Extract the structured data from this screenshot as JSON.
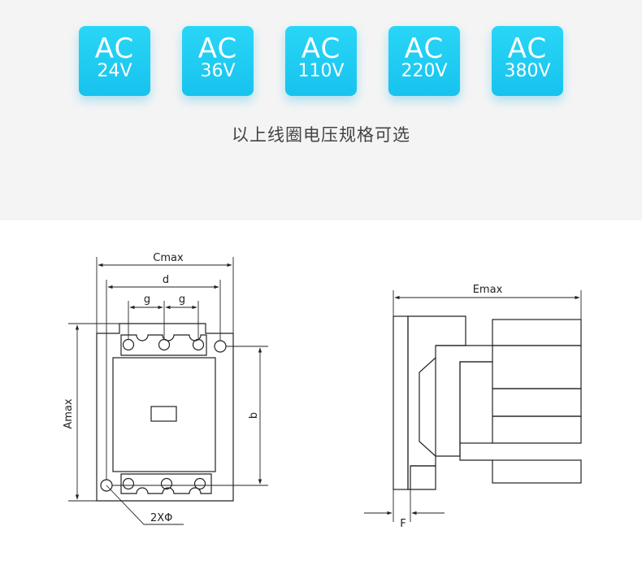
{
  "voltage_options": [
    {
      "type": "AC",
      "voltage": "24V"
    },
    {
      "type": "AC",
      "voltage": "36V"
    },
    {
      "type": "AC",
      "voltage": "110V"
    },
    {
      "type": "AC",
      "voltage": "220V"
    },
    {
      "type": "AC",
      "voltage": "380V"
    }
  ],
  "caption": "以上线圈电压规格可选",
  "colors": {
    "badge": "#1ccaf2",
    "top_background": "#f4f4f4",
    "drawing_line": "#222222"
  },
  "front_view": {
    "labels": {
      "cmax": "Cmax",
      "d": "d",
      "g1": "g",
      "g2": "g",
      "amax": "Amax",
      "b": "b",
      "hole": "2XΦ"
    }
  },
  "side_view": {
    "labels": {
      "emax": "Emax",
      "f": "F"
    }
  }
}
